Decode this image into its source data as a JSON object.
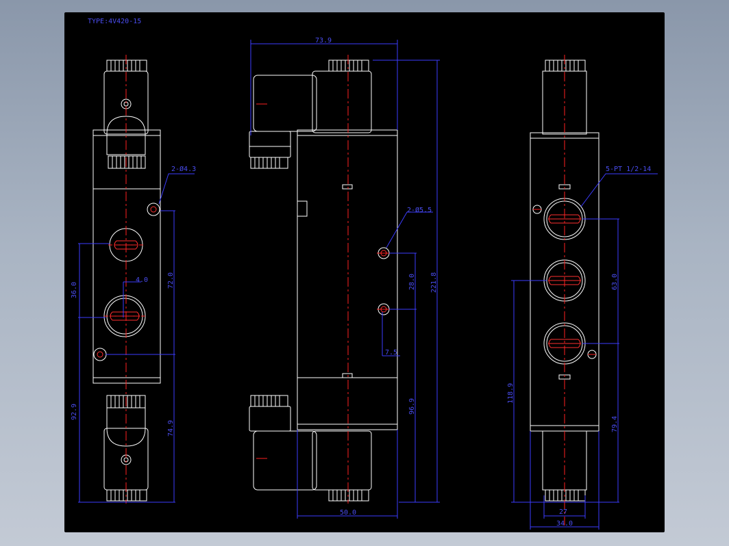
{
  "title": "TYPE:4V420-15",
  "colors": {
    "background": "#000000",
    "outline": "#ffffff",
    "dimension": "#3c3cff",
    "centerline": "#ff2020"
  },
  "dimensions": {
    "hole_2_d43": "2-Ø4.3",
    "hole_2_d55": "2-Ø5.5",
    "ports_label": "5-PT 1/2-14",
    "width_top": "73.9",
    "height_total": "221.8",
    "v36": "36.0",
    "h40": "4.0",
    "v72": "72.0",
    "v28": "28.0",
    "h75": "7.5",
    "v92": "92.9",
    "v74": "74.9",
    "v96": "96.9",
    "v63": "63.0",
    "v118": "118.9",
    "v79": "79.4",
    "width_mid": "50.0",
    "width_27": "27",
    "width_34": "34.0"
  }
}
